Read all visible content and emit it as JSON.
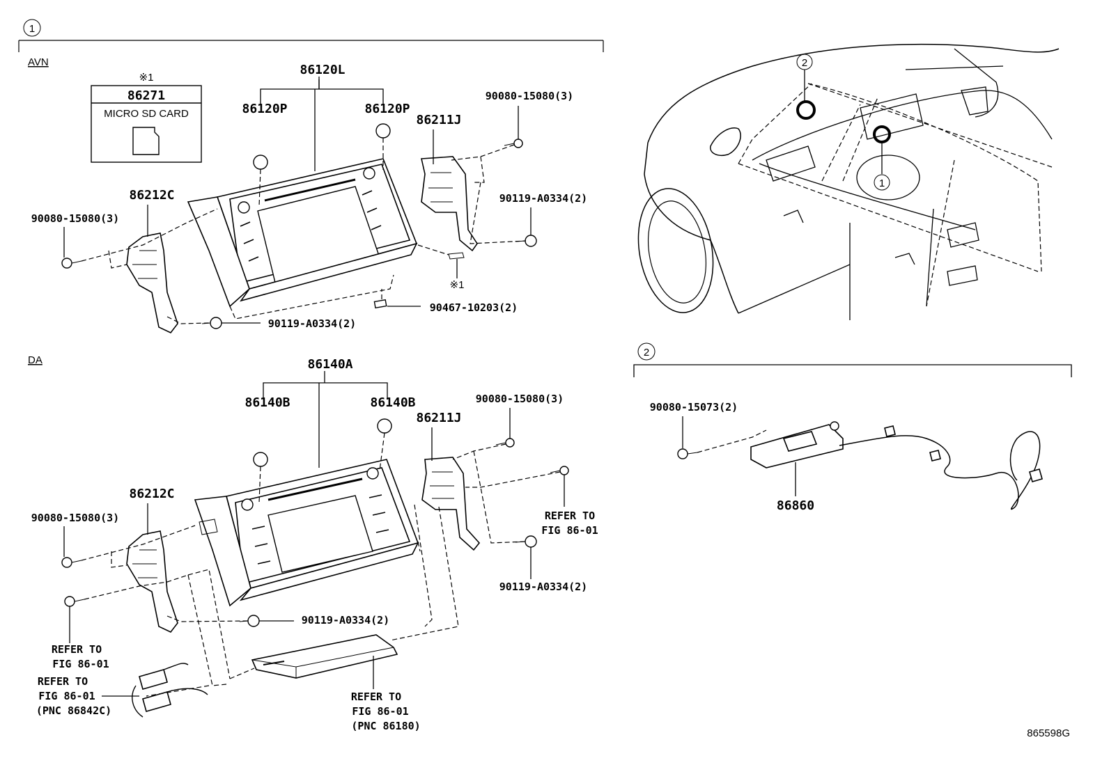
{
  "figure_id": "865598G",
  "sections": {
    "s1": {
      "marker": "1",
      "avn": {
        "title": "AVN"
      },
      "da": {
        "title": "DA"
      }
    },
    "s2": {
      "marker": "2"
    }
  },
  "overview_markers": [
    "2",
    "1"
  ],
  "avn": {
    "main_unit": "86120L",
    "knob_left": "86120P",
    "knob_right": "86120P",
    "bracket_right": "86211J",
    "bracket_left": "86212C",
    "bolt_top_right": "90080-15080(3)",
    "bolt_left": "90080-15080(3)",
    "nut_right": "90119-A0334(2)",
    "nut_bottom": "90119-A0334(2)",
    "screw": "90467-10203(2)",
    "sd_ref": "※1",
    "sd_card": {
      "ref": "※1",
      "part_no": "86271",
      "label": "MICRO SD CARD"
    }
  },
  "da": {
    "main_unit": "86140A",
    "knob_left": "86140B",
    "knob_right": "86140B",
    "bracket_right": "86211J",
    "bracket_left": "86212C",
    "bolt_top_right": "90080-15080(3)",
    "bolt_left": "90080-15080(3)",
    "nut_right": "90119-A0334(2)",
    "nut_bottom": "90119-A0334(2)",
    "refer_right": {
      "line1": "REFER TO",
      "line2": "FIG 86-01"
    },
    "refer_left": {
      "line1": "REFER TO",
      "line2": "FIG 86-01"
    },
    "refer_harness": {
      "line1": "REFER TO",
      "line2": "FIG 86-01",
      "line3": "(PNC 86842C)"
    },
    "refer_module": {
      "line1": "REFER TO",
      "line2": "FIG 86-01",
      "line3": "(PNC 86180)"
    }
  },
  "s2": {
    "bolt": "90080-15073(2)",
    "part": "86860"
  }
}
